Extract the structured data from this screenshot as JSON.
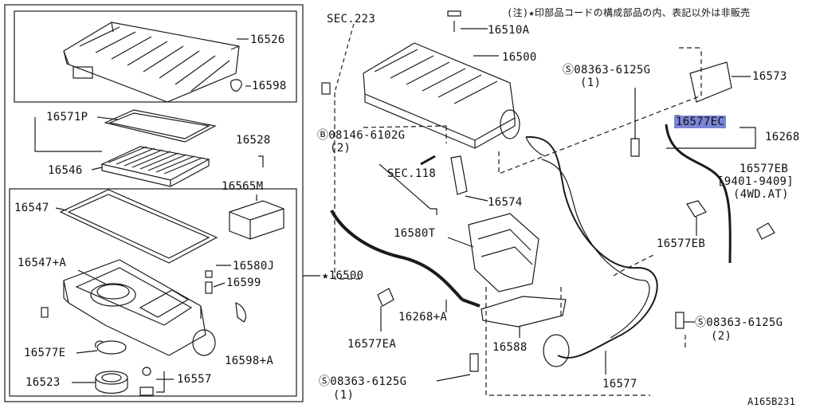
{
  "note": "(注)★印部品コードの構成部品の内、表記以外は非販売",
  "drawing_id": "A165B231",
  "labels": {
    "p16526": "16526",
    "p16598": "16598",
    "p16571P": "16571P",
    "p16546": "16546",
    "p16528": "16528",
    "p16565M": "16565M",
    "p16547": "16547",
    "p16547A": "16547+A",
    "p16580J": "16580J",
    "p16599": "16599",
    "p16577E": "16577E",
    "p16598A": "16598+A",
    "p16523": "16523",
    "p16557": "16557",
    "star16500": "★16500",
    "sec223": "SEC.223",
    "p16510A": "16510A",
    "p16500": "16500",
    "bolt08146": "Ⓑ08146-6102G",
    "bolt08146_qty": "(2)",
    "sec118": "SEC.118",
    "p16574": "16574",
    "s08363_top": "Ⓢ08363-6125G",
    "s08363_top_qty": "(1)",
    "p16573": "16573",
    "p16577EC": "16577EC",
    "p16268": "16268",
    "p16577EB_note": "16577EB",
    "p16577EB_range": "[9401-9409]",
    "p16577EB_cond": "(4WD.AT)",
    "p16577EB": "16577EB",
    "p16580T": "16580T",
    "p16268A": "16268+A",
    "p16577EA": "16577EA",
    "p16588": "16588",
    "s08363_right": "Ⓢ08363-6125G",
    "s08363_right_qty": "(2)",
    "s08363_bottom": "Ⓢ08363-6125G",
    "s08363_bottom_qty": "(1)",
    "p16577": "16577"
  },
  "colors": {
    "line": "#1a1a1a",
    "highlight": "#7b84d6"
  }
}
